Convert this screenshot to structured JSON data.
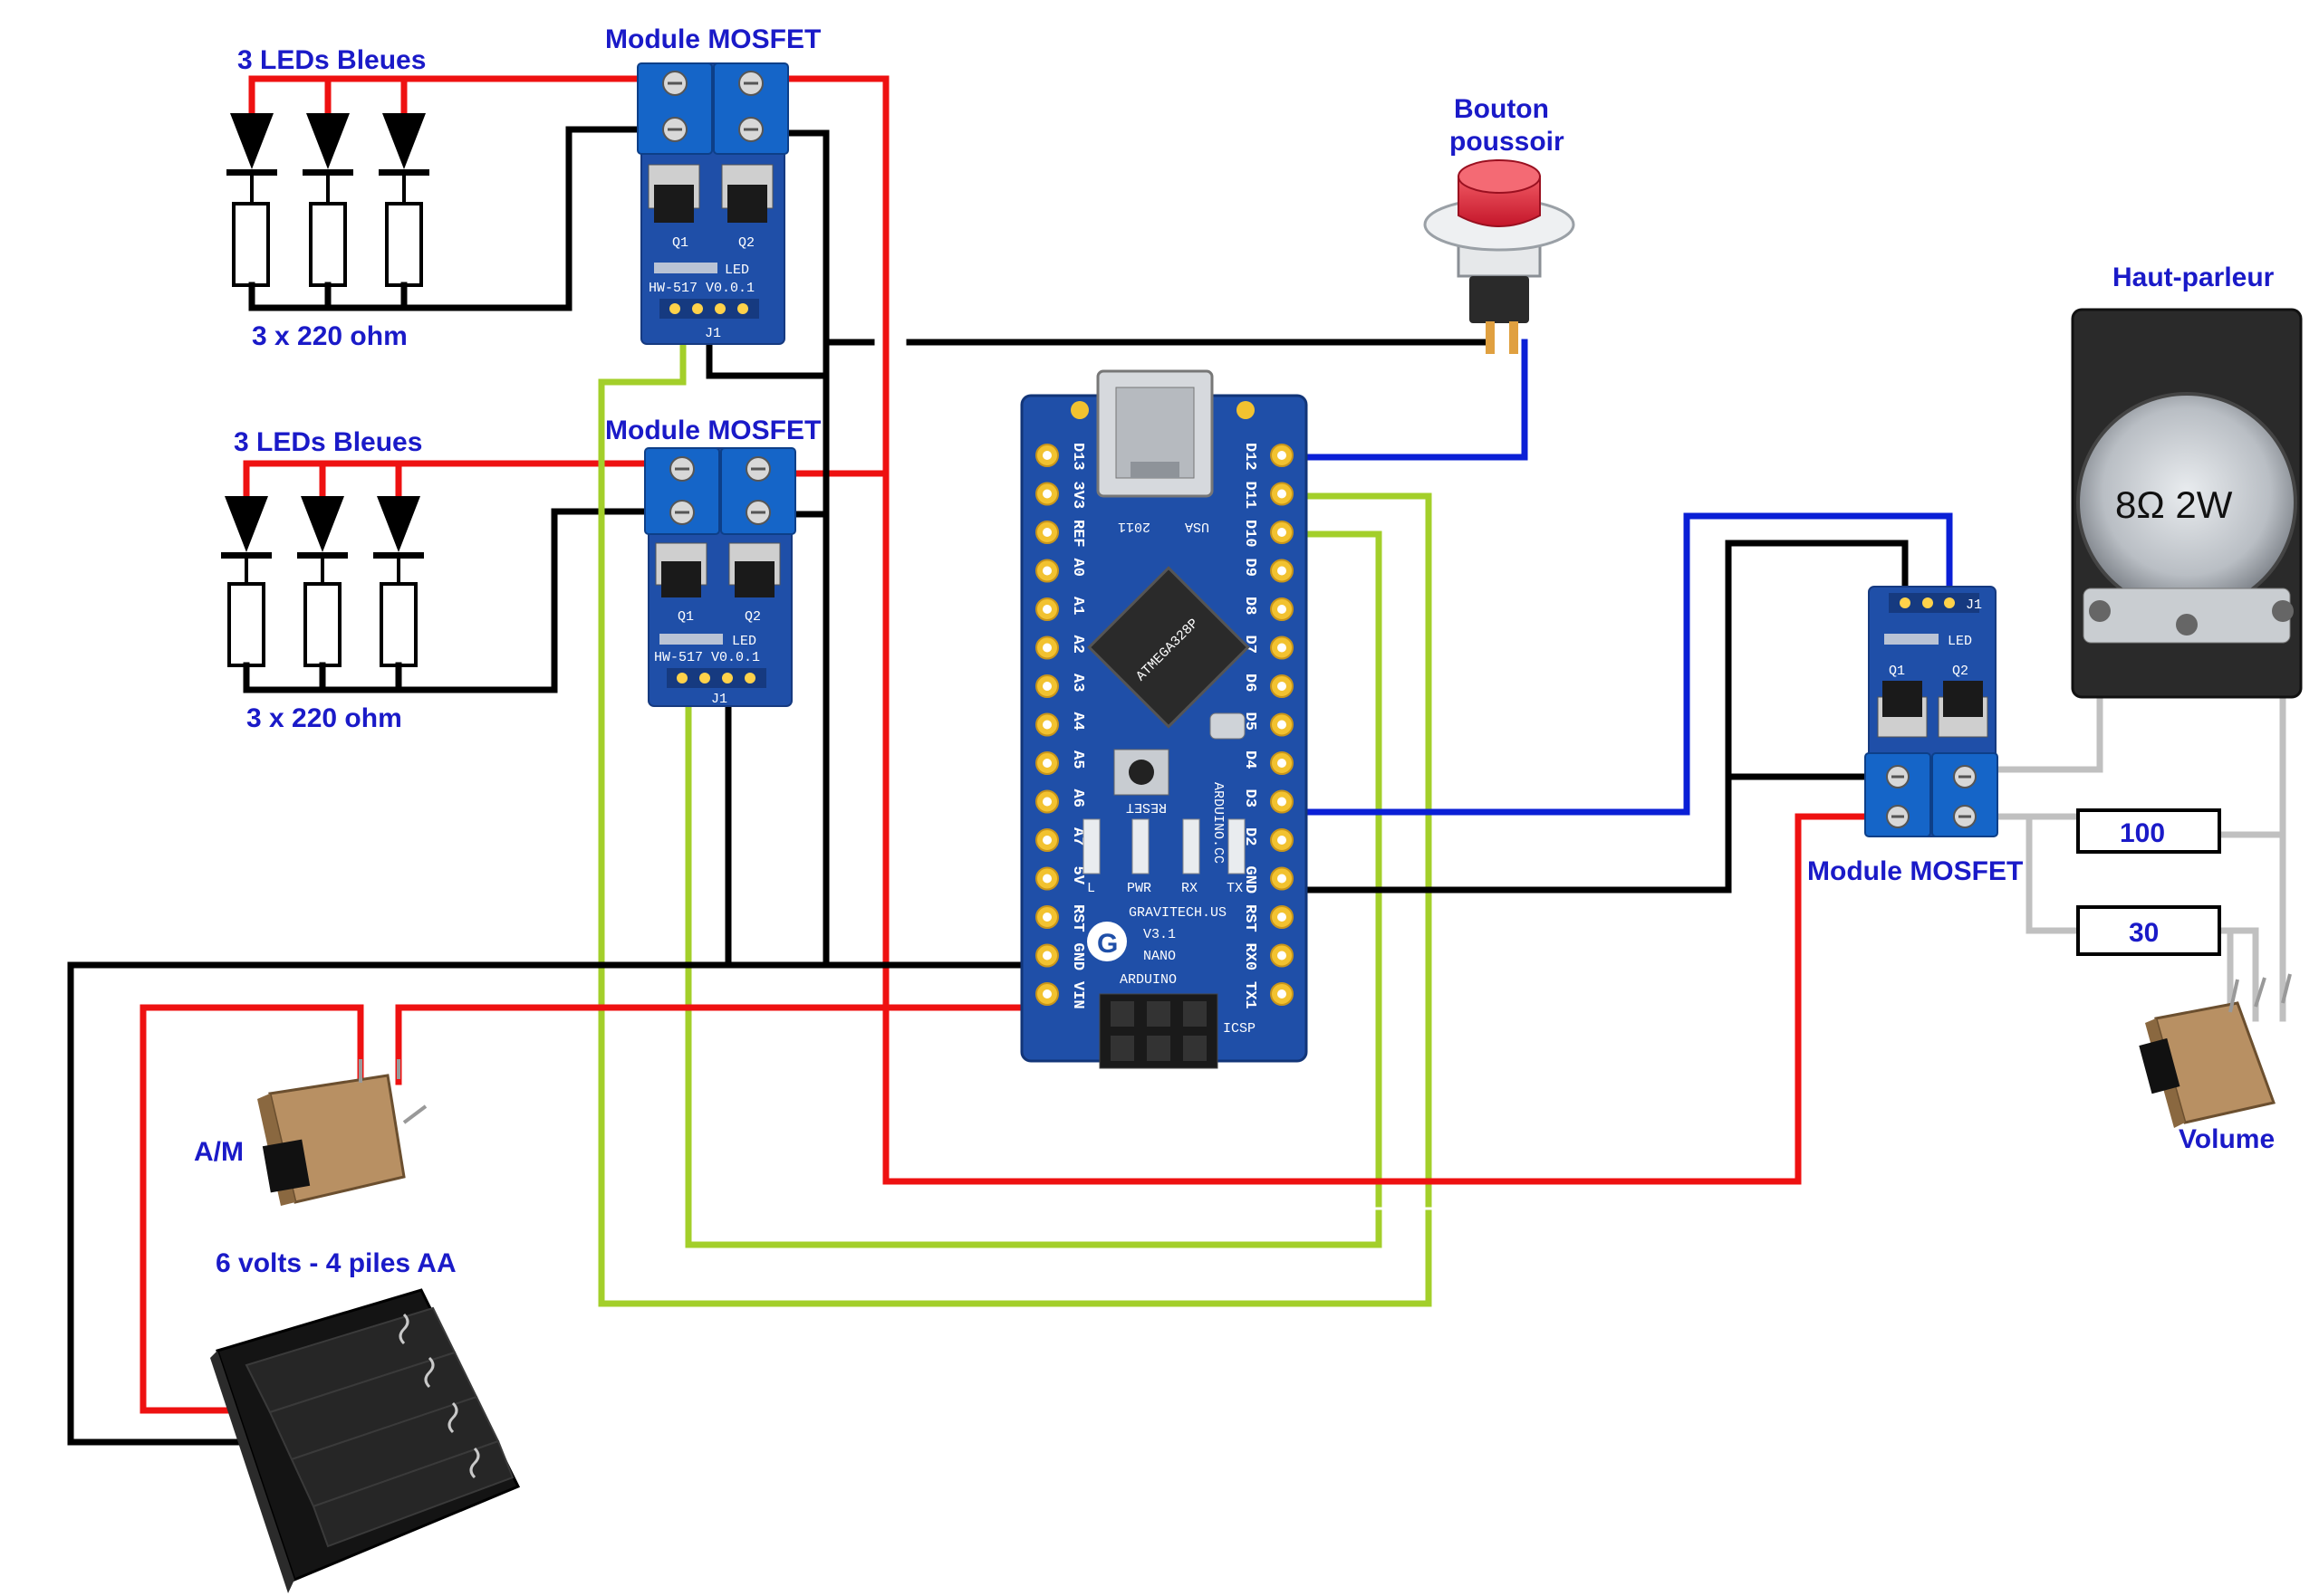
{
  "labels": {
    "leds_top": "3 LEDs Bleues",
    "leds_bottom": "3 LEDs Bleues",
    "res_top": "3 x 220 ohm",
    "res_bottom": "3 x 220 ohm",
    "mosfet_1": "Module MOSFET",
    "mosfet_2": "Module MOSFET",
    "mosfet_3": "Module MOSFET",
    "button_line1": "Bouton",
    "button_line2": "poussoir",
    "speaker": "Haut-parleur",
    "speaker_rating": "8Ω 2W",
    "resistor_100": "100",
    "resistor_30": "30",
    "volume": "Volume",
    "switch": "A/M",
    "battery": "6 volts - 4 piles AA"
  },
  "mosfet_pcb": {
    "version": "HW-517 V0.0.1",
    "q1": "Q1",
    "q2": "Q2",
    "led": "LED",
    "j1": "J1"
  },
  "arduino": {
    "left_pins": [
      "D13",
      "3V3",
      "REF",
      "A0",
      "A1",
      "A2",
      "A3",
      "A4",
      "A5",
      "A6",
      "A7",
      "5V",
      "RST",
      "GND",
      "VIN"
    ],
    "right_pins": [
      "D12",
      "D11",
      "D10",
      "D9",
      "D8",
      "D7",
      "D6",
      "D5",
      "D4",
      "D3",
      "D2",
      "GND",
      "RST",
      "RX0",
      "TX1"
    ],
    "board_year": "2011",
    "board_country": "USA",
    "reset": "RESET",
    "arduino_cc": "ARDUINO.CC",
    "led_l": "L",
    "led_pwr": "PWR",
    "led_rx": "RX",
    "led_tx": "TX",
    "maker": "GRAVITECH.US",
    "version": "V3.1",
    "nano": "NANO",
    "brand": "ARDUINO",
    "icsp": "ICSP",
    "chip": "ATMEGA328P"
  },
  "colors": {
    "label": "#1a1ac8",
    "wire_red": "#ee1111",
    "wire_black": "#000000",
    "wire_blue": "#0a1fd6",
    "wire_green": "#a3cf2a",
    "wire_gray": "#c0c0c0",
    "pcb_blue": "#1f4fa8",
    "terminal_blue": "#1565c8"
  }
}
